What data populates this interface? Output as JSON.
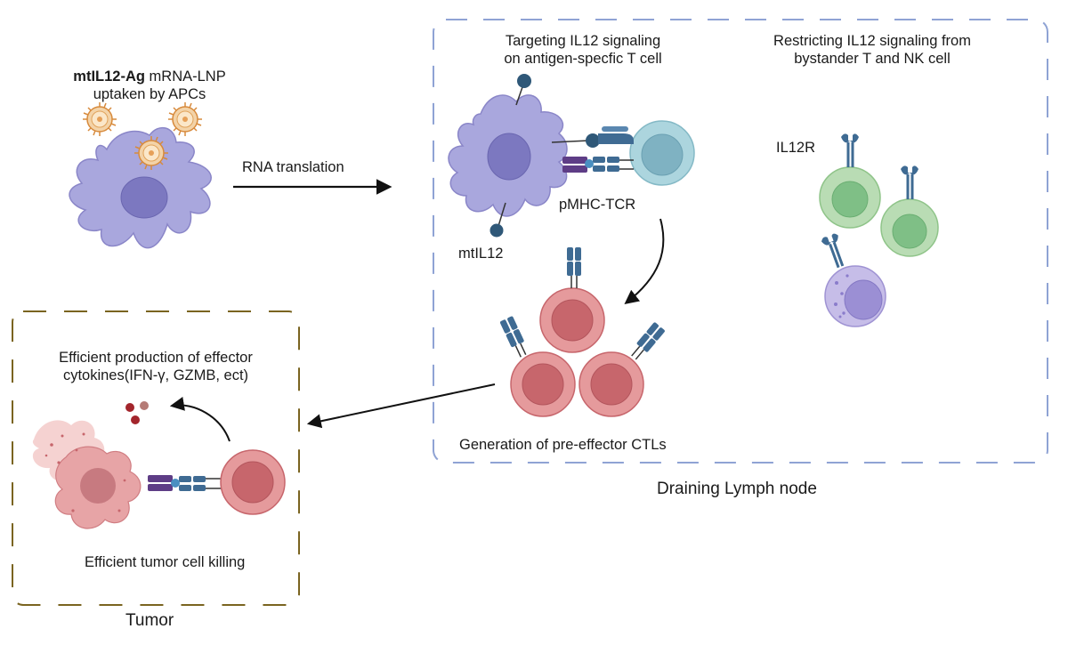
{
  "labels": {
    "apc_bold": "mtIL12-Ag",
    "apc_rest": " mRNA-LNP",
    "apc_line2": "uptaken by APCs",
    "rna_translation": "RNA translation",
    "targeting_line1": "Targeting IL12 signaling",
    "targeting_line2": "on antigen-specfic T cell",
    "restricting_line1": "Restricting IL12 signaling from",
    "restricting_line2": "bystander T and NK cell",
    "pmhc_tcr": "pMHC-TCR",
    "mtil12": "mtIL12",
    "il12r": "IL12R",
    "generation": "Generation of pre-effector CTLs",
    "lymph_node": "Draining Lymph node",
    "efficient_line1": "Efficient production of effector",
    "efficient_line2": "cytokines(IFN-γ, GZMB, ect)",
    "tumor_killing": "Efficient tumor cell killing",
    "tumor": "Tumor"
  },
  "colors": {
    "lymph_border": "#8fa3d4",
    "tumor_border": "#7a6420",
    "apc_fill": "#a9a7dd",
    "apc_nucleus": "#7c78c0",
    "ctl_fill": "#e59a9c",
    "ctl_nucleus": "#c7666c",
    "tcell_fill": "#acd5de",
    "bystander_fill": "#b9dcb4",
    "nk_fill": "#c6bde8",
    "receptor": "#3f6b93",
    "mhc": "#5e3d86",
    "arrow": "#111111"
  },
  "icons": [
    "lnp-particle-icon",
    "apc-cell-icon",
    "t-cell-icon",
    "ctl-cell-icon",
    "nk-cell-icon",
    "tumor-cell-icon",
    "il12-ball-icon",
    "tcr-receptor-icon",
    "il12r-receptor-icon"
  ]
}
